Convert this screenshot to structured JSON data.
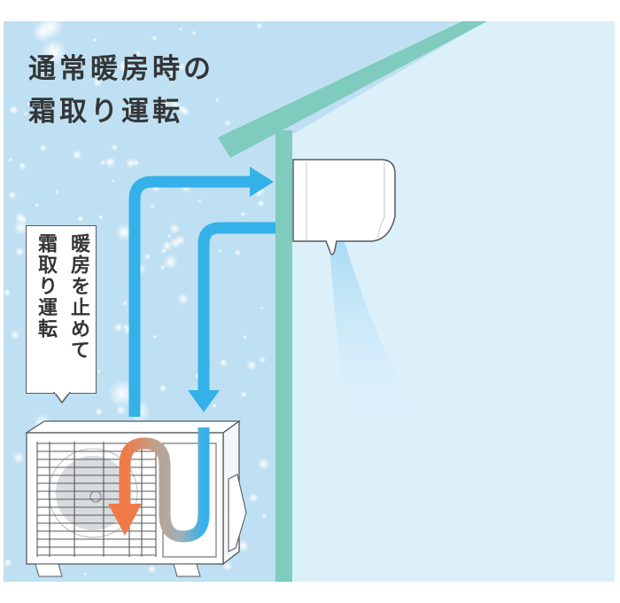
{
  "diagram": {
    "title": {
      "line1": "通常暖房時の",
      "line2": "霜取り運転"
    },
    "callout": {
      "column1": "暖房を止めて",
      "column2": "霜取り運転"
    },
    "elements": {
      "sky": "snowy-sky-background",
      "house": "house-cross-section",
      "indoor_unit": "wall-mounted-indoor-unit",
      "outdoor_unit": "outdoor-unit",
      "airflow": "indoor-unit-airflow",
      "pipe_out": "refrigerant-flow-arrow-to-indoor",
      "pipe_in": "refrigerant-flow-arrow-from-indoor",
      "heat_flow": "defrost-heat-flow-arrow"
    },
    "colors": {
      "sky": "#bfe0f2",
      "house_interior": "#dcf0fa",
      "house_frame": "#7fcbbd",
      "flow_blue": "#35b1ea",
      "flow_orange": "#f07a47",
      "flow_gray": "#a0aeb6",
      "outline": "#555a5e",
      "title_text": "#333638"
    }
  }
}
